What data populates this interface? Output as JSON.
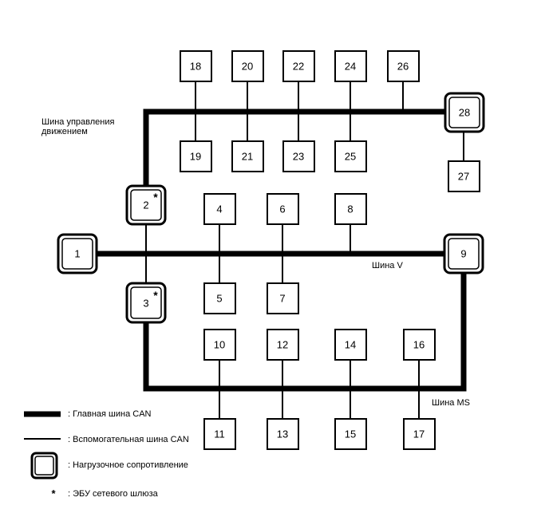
{
  "diagram": {
    "bus_labels": {
      "drive_bus": [
        "Шина управления",
        "движением"
      ],
      "v_bus": "Шина V",
      "ms_bus": "Шина MS"
    },
    "nodes": {
      "n1": "1",
      "n2": "2",
      "n3": "3",
      "n4": "4",
      "n5": "5",
      "n6": "6",
      "n7": "7",
      "n8": "8",
      "n9": "9",
      "n10": "10",
      "n11": "11",
      "n12": "12",
      "n13": "13",
      "n14": "14",
      "n15": "15",
      "n16": "16",
      "n17": "17",
      "n18": "18",
      "n19": "19",
      "n20": "20",
      "n21": "21",
      "n22": "22",
      "n23": "23",
      "n24": "24",
      "n25": "25",
      "n26": "26",
      "n27": "27",
      "n28": "28"
    },
    "gateway_marker": "*",
    "legend": {
      "main_bus": ": Главная шина CAN",
      "aux_bus": ": Вспомогательная шина CAN",
      "terminator": ": Нагрузочное сопротивление",
      "gateway_symbol": "*",
      "gateway": ": ЭБУ сетевого шлюза"
    }
  }
}
